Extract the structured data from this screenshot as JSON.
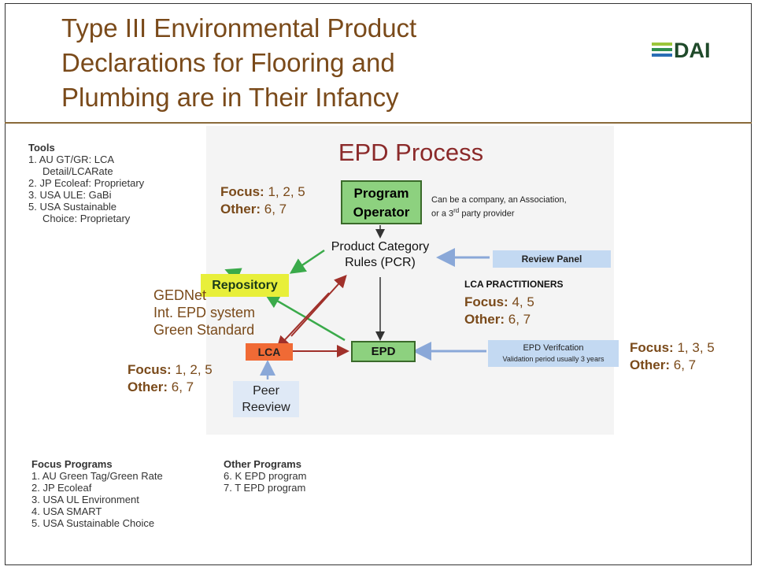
{
  "slide_title": "Type III Environmental Product Declarations for Flooring and Plumbing are in Their Infancy",
  "logo_text": "DAI",
  "logo_colors": [
    "#9cc63b",
    "#2f8f4e",
    "#2a6db5"
  ],
  "diagram_title": "EPD Process",
  "tools": {
    "heading": "Tools",
    "items": [
      "1. AU GT/GR: LCA",
      "Detail/LCARate",
      "2. JP Ecoleaf: Proprietary",
      "3. USA ULE: GaBi",
      "5.  USA Sustainable",
      "Choice: Proprietary"
    ]
  },
  "nodes": {
    "program_operator": [
      "Program",
      "Operator"
    ],
    "program_operator_note": [
      "Can be a company, an Association,",
      "or a 3rd party provider"
    ],
    "pcr": [
      "Product Category",
      "Rules (PCR)"
    ],
    "review_panel": "Review Panel",
    "repository": "Repository",
    "lca": "LCA",
    "epd": "EPD",
    "epd_verification": [
      "EPD Verifcation",
      "Validation period usually 3 years"
    ],
    "peer_review": [
      "Peer",
      "Reeview"
    ]
  },
  "repository_systems": [
    "GEDNet",
    "Int. EPD system",
    "Green Standard"
  ],
  "lca_practitioners": "LCA PRACTITIONERS",
  "focus_groups": {
    "operator": {
      "focus_label": "Focus:",
      "focus": "1, 2, 5",
      "other_label": "Other:",
      "other": "6, 7"
    },
    "lca": {
      "focus_label": "Focus:",
      "focus": "1, 2, 5",
      "other_label": "Other:",
      "other": "6, 7"
    },
    "practitioners": {
      "focus_label": "Focus:",
      "focus": "4, 5",
      "other_label": "Other:",
      "other": "6, 7"
    },
    "verification": {
      "focus_label": "Focus:",
      "focus": "1, 3, 5",
      "other_label": "Other:",
      "other": "6, 7"
    }
  },
  "focus_programs": {
    "heading": "Focus Programs",
    "items": [
      "1.  AU Green Tag/Green Rate",
      "2.  JP Ecoleaf",
      "3.  USA UL Environment",
      "4.  USA SMART",
      "5.  USA Sustainable Choice"
    ]
  },
  "other_programs": {
    "heading": "Other Programs",
    "items": [
      "6. K EPD program",
      "7. T EPD program"
    ]
  },
  "colors": {
    "green_box": "#8dd17f",
    "yellow_box": "#e8ef3a",
    "orange_box": "#f06a35",
    "blue_box": "#c3d9f2",
    "arrow_green": "#3aaa4a",
    "arrow_red": "#a0302a",
    "arrow_blue": "#8aa8d8",
    "title_brown": "#7a4a1a"
  }
}
